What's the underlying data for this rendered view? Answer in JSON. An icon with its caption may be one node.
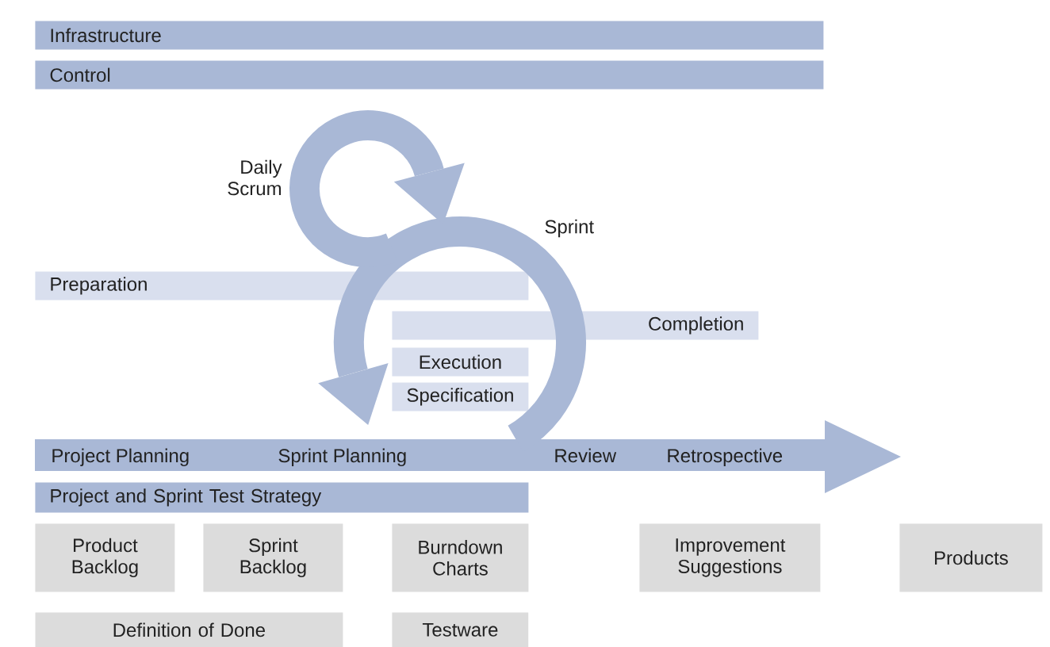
{
  "diagram": {
    "nodes": [
      {
        "text": [
          "Infrastructure"
        ]
      },
      {
        "text": [
          "Control"
        ]
      },
      {
        "text": [
          "Preparation"
        ]
      },
      {
        "text": [
          "Completion"
        ]
      },
      {
        "text": [
          "Execution"
        ]
      },
      {
        "text": [
          "Specification"
        ]
      },
      {
        "text": [
          "Project Planning",
          "Sprint Planning",
          "Review",
          "Retrospective"
        ]
      },
      {
        "text": [
          "Project and Sprint Test Strategy"
        ]
      },
      {
        "text": [
          "Product Backlog"
        ]
      },
      {
        "text": [
          "Sprint Backlog"
        ]
      },
      {
        "text": [
          "Burndown Charts"
        ]
      },
      {
        "text": [
          "Improvement Suggestions"
        ]
      },
      {
        "text": [
          "Products"
        ]
      },
      {
        "text": [
          "Definition of Done"
        ]
      },
      {
        "text": [
          "Testware"
        ]
      }
    ],
    "labels": [
      "Daily Scrum",
      "Sprint"
    ]
  }
}
